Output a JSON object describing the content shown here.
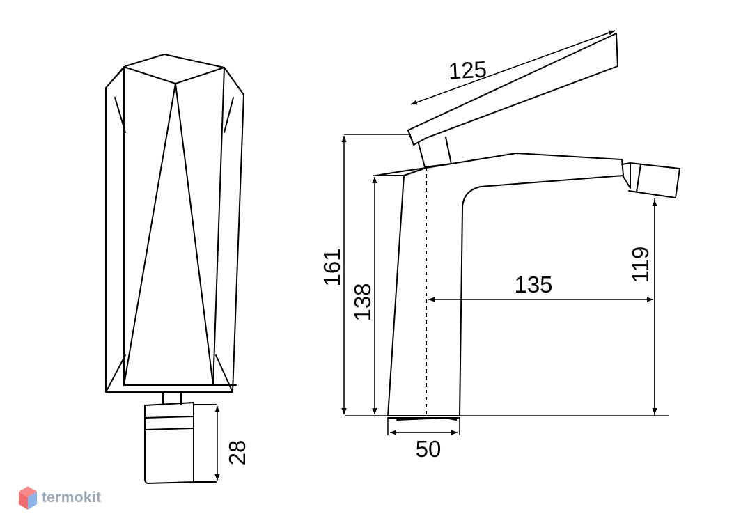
{
  "dimensions": {
    "d125": "125",
    "d161": "161",
    "d138": "138",
    "d135": "135",
    "d119": "119",
    "d50": "50",
    "d28": "28"
  },
  "watermark": {
    "text": "termokit",
    "logo_icon": "hexagon-logo-icon",
    "logo_colors": [
      "#f26d6d",
      "#8fb3e8"
    ]
  },
  "colors": {
    "line": "#000000",
    "watermark_text": "#9aa7b4"
  }
}
